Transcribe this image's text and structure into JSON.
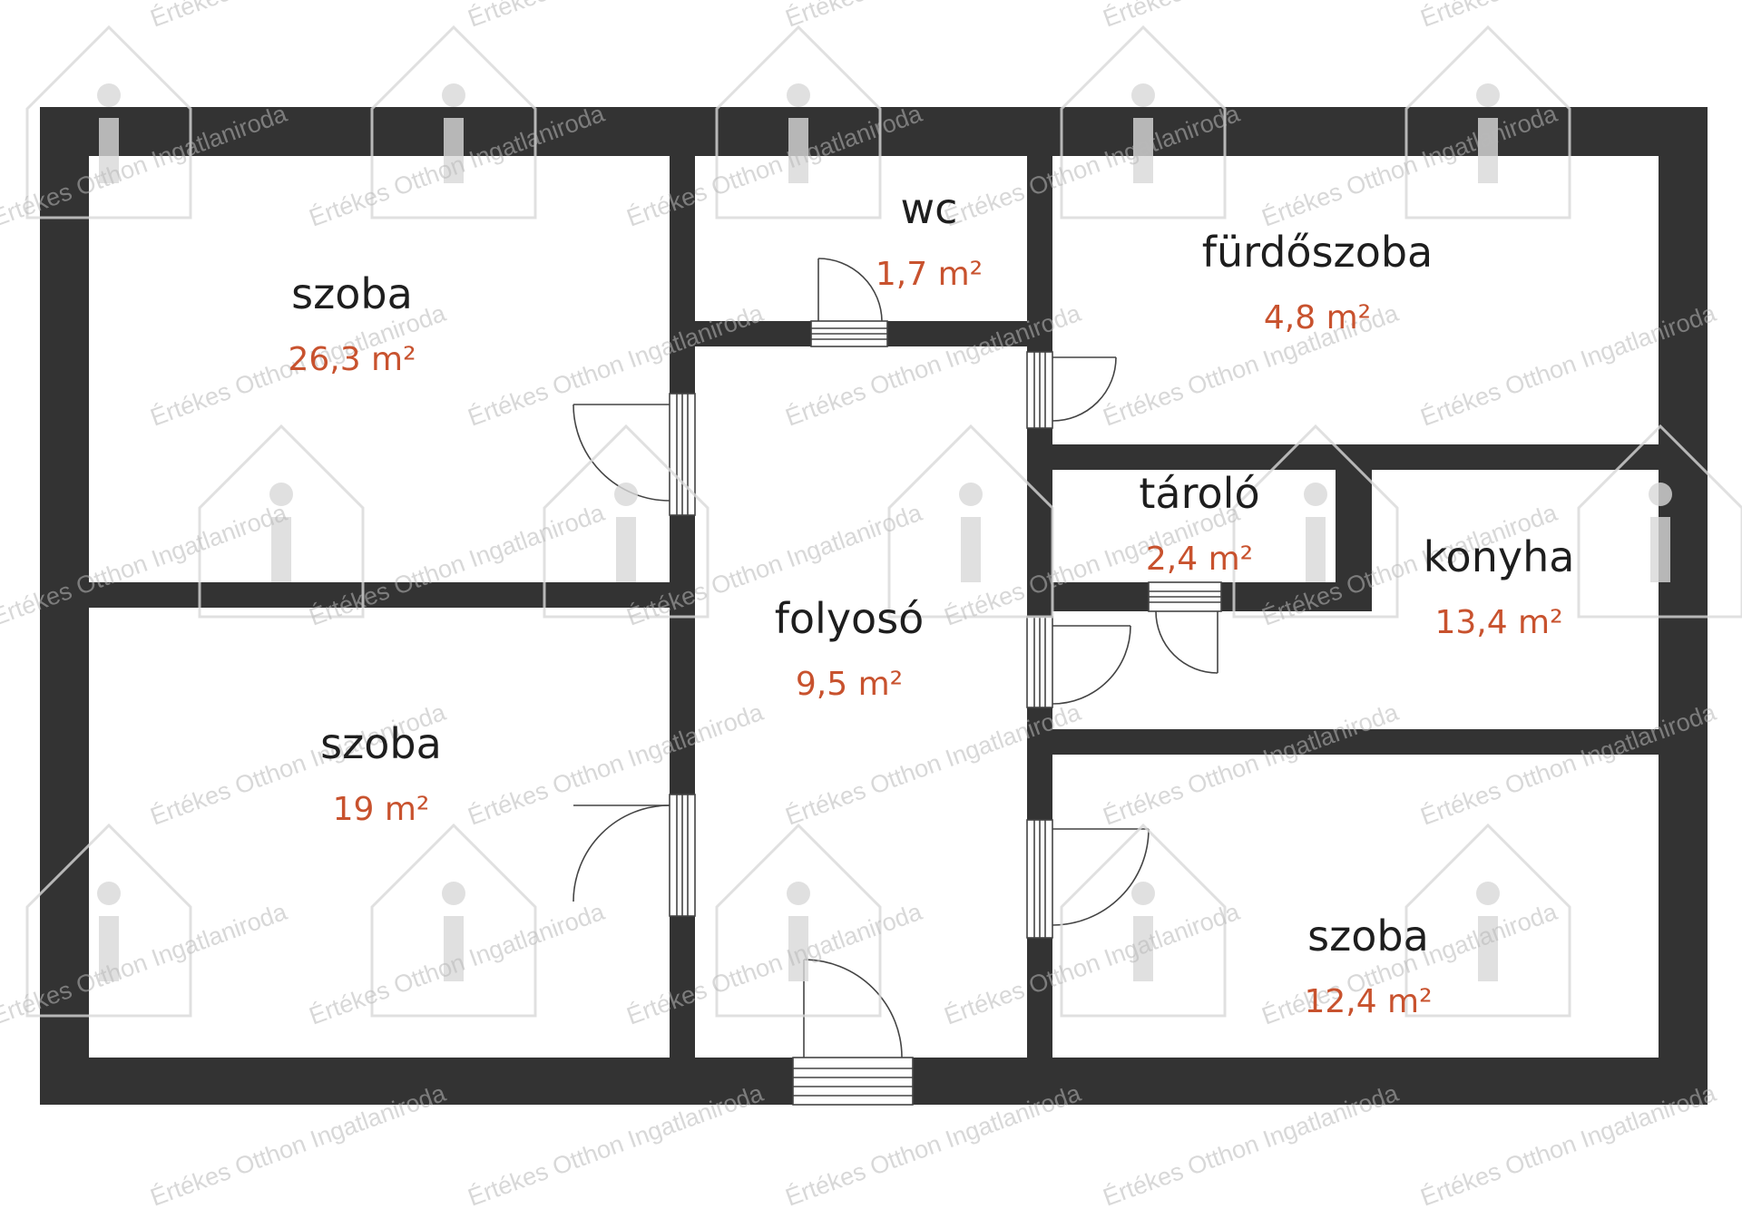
{
  "rooms": [
    {
      "id": "room-szoba-1",
      "name": "szoba",
      "area": "26,3 m²"
    },
    {
      "id": "room-wc",
      "name": "wc",
      "area": "1,7 m²"
    },
    {
      "id": "room-furdoszoba",
      "name": "fürdőszoba",
      "area": "4,8 m²"
    },
    {
      "id": "room-tarolo",
      "name": "tároló",
      "area": "2,4 m²"
    },
    {
      "id": "room-konyha",
      "name": "konyha",
      "area": "13,4 m²"
    },
    {
      "id": "room-folyoso",
      "name": "folyosó",
      "area": "9,5 m²"
    },
    {
      "id": "room-szoba-2",
      "name": "szoba",
      "area": "19 m²"
    },
    {
      "id": "room-szoba-3",
      "name": "szoba",
      "area": "12,4 m²"
    }
  ],
  "watermark": {
    "text": "Értékes Otthon Ingatlaniroda"
  },
  "colors": {
    "wall": "#333333",
    "floor": "#ffffff",
    "area_text": "#c8522e",
    "name_text": "#1e1e1e"
  }
}
